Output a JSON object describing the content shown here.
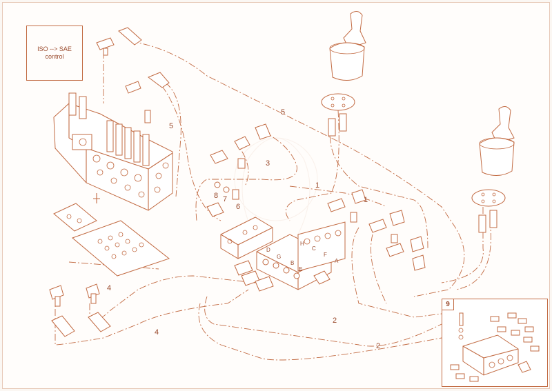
{
  "note_box": {
    "line1": "ISO --> SAE",
    "line2": "control"
  },
  "inset": {
    "number": "9"
  },
  "callouts": {
    "c1a": "1",
    "c1b": "1",
    "c2a": "2",
    "c2b": "2",
    "c3": "3",
    "c4a": "4",
    "c4b": "4",
    "c5a": "5",
    "c5b": "5",
    "c6": "6",
    "c7": "7",
    "c8": "8"
  },
  "port_letters": {
    "A": "A",
    "B": "B",
    "C": "C",
    "D": "D",
    "E": "E",
    "F": "F",
    "G": "G",
    "H": "H"
  },
  "colors": {
    "line": "#c26b43",
    "text": "#9a4a2c",
    "background": "#fffdfb"
  }
}
